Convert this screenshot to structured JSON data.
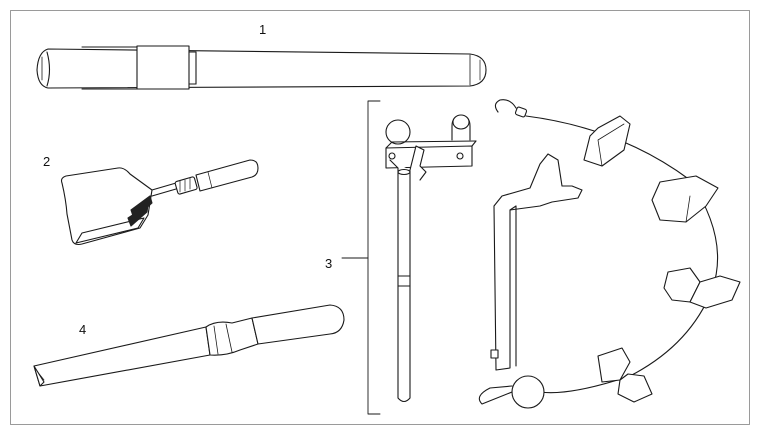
{
  "callouts": {
    "tool_1": "1",
    "tool_2": "2",
    "tool_3": "3",
    "tool_4": "4"
  },
  "colors": {
    "line": "#1a1a1a",
    "fill": "#ffffff",
    "shade": "#d9d9d9",
    "dark": "#222222",
    "frame": "#9a9a9a"
  }
}
